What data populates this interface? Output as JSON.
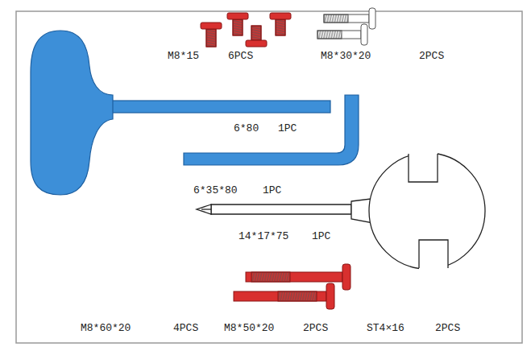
{
  "diagram": {
    "labels": [
      "M8*15",
      "6PCS",
      "M8*30*20",
      "2PCS",
      "6*80",
      "1PC",
      "6*35*80",
      "1PC",
      "14*17*75",
      "1PC",
      "M8*60*20",
      "4PCS",
      "M8*50*20",
      "2PCS",
      "ST4×16",
      "2PCS"
    ]
  }
}
